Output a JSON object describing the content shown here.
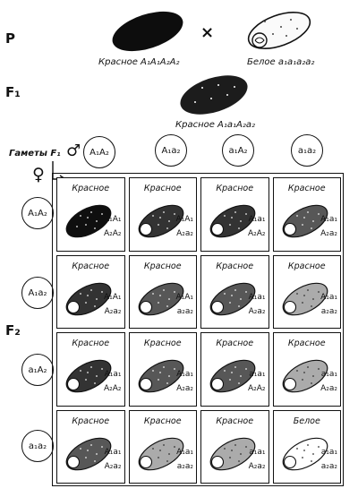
{
  "parents": {
    "label": "P",
    "cross_symbol": "×",
    "red_parent": "Красное A₁A₁A₂A₂",
    "white_parent": "Белое a₁a₁a₂a₂"
  },
  "f1": {
    "label": "F₁",
    "caption": "Красное A₁a₁A₂a₂"
  },
  "gametes": {
    "label": "Гаметы F₁",
    "male_symbol": "♂",
    "female_symbol": "♀",
    "columns": [
      "A₁A₂",
      "A₁a₂",
      "a₁A₂",
      "a₁a₂"
    ],
    "rows": [
      "A₁A₂",
      "A₁a₂",
      "a₁A₂",
      "a₁a₂"
    ]
  },
  "f2": {
    "label": "F₂",
    "cells": [
      [
        {
          "color": "Красное",
          "g1": "A₁A₁",
          "g2": "A₂A₂",
          "shade": 1.0
        },
        {
          "color": "Красное",
          "g1": "A₁A₁",
          "g2": "A₂a₂",
          "shade": 0.85
        },
        {
          "color": "Красное",
          "g1": "A₁a₁",
          "g2": "A₂A₂",
          "shade": 0.85
        },
        {
          "color": "Красное",
          "g1": "A₁a₁",
          "g2": "A₂a₂",
          "shade": 0.7
        }
      ],
      [
        {
          "color": "Красное",
          "g1": "A₁A₁",
          "g2": "A₂a₂",
          "shade": 0.85
        },
        {
          "color": "Красное",
          "g1": "A₁A₁",
          "g2": "a₂a₂",
          "shade": 0.7
        },
        {
          "color": "Красное",
          "g1": "A₁a₁",
          "g2": "A₂a₂",
          "shade": 0.7
        },
        {
          "color": "Красное",
          "g1": "A₁a₁",
          "g2": "a₂a₂",
          "shade": 0.35
        }
      ],
      [
        {
          "color": "Красное",
          "g1": "A₁a₁",
          "g2": "A₂A₂",
          "shade": 0.85
        },
        {
          "color": "Красное",
          "g1": "A₁a₁",
          "g2": "A₂a₂",
          "shade": 0.7
        },
        {
          "color": "Красное",
          "g1": "a₁a₁",
          "g2": "A₂A₂",
          "shade": 0.7
        },
        {
          "color": "Красное",
          "g1": "a₁a₁",
          "g2": "A₂a₂",
          "shade": 0.35
        }
      ],
      [
        {
          "color": "Красное",
          "g1": "A₁a₁",
          "g2": "A₂a₂",
          "shade": 0.7
        },
        {
          "color": "Красное",
          "g1": "A₁a₁",
          "g2": "a₂a₂",
          "shade": 0.35
        },
        {
          "color": "Красное",
          "g1": "a₁a₁",
          "g2": "A₂a₂",
          "shade": 0.35
        },
        {
          "color": "Белое",
          "g1": "a₁a₁",
          "g2": "a₂a₂",
          "shade": 0.0
        }
      ]
    ]
  }
}
